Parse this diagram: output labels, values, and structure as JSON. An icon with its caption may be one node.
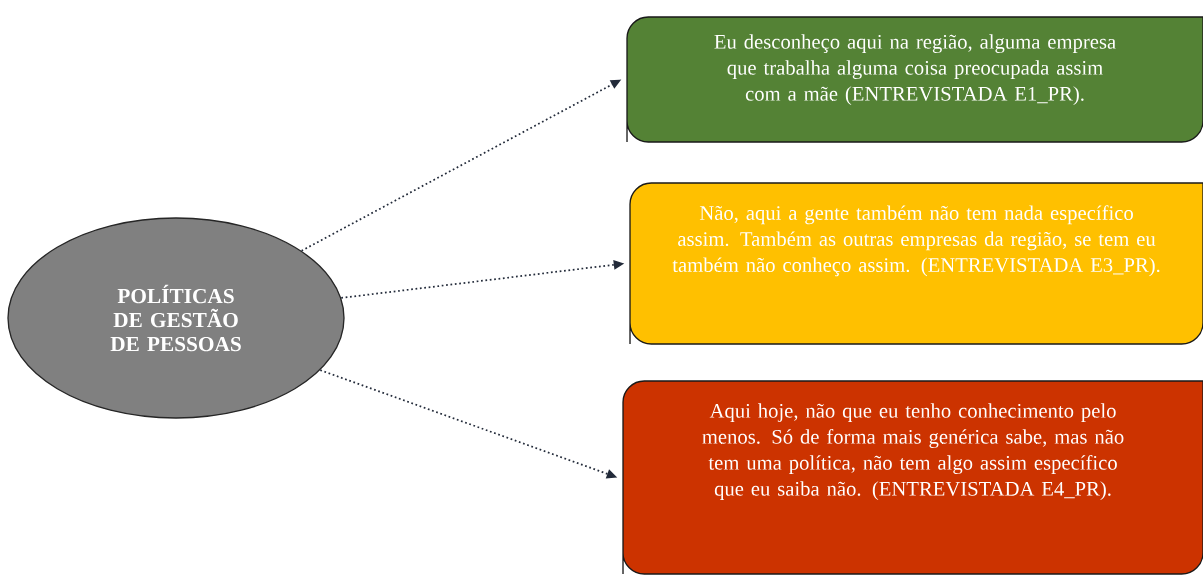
{
  "diagram": {
    "nodes": [
      {
        "text": [
          "POLÍTICAS DE GESTÃO DE PESSOAS"
        ]
      },
      {
        "text": [
          "Eu desconheço aqui na região, alguma empresa que trabalha alguma coisa preocupada assim com a mãe (ENTREVISTADA E1_PR)."
        ]
      },
      {
        "text": [
          "Não, aqui a gente também não tem nada específico assim. Também as outras empresas da região, se tem eu também não conheço assim. (ENTREVISTADA E3_PR)."
        ]
      },
      {
        "text": [
          "Aqui hoje, não que eu tenho conhecimento pelo menos. Só de forma mais genérica sabe, mas não tem uma política, não tem algo assim específico que eu saiba não. (ENTREVISTADA E4_PR)."
        ]
      }
    ],
    "edges": [
      {
        "from": 0,
        "to": 1,
        "arrow": "to"
      },
      {
        "from": 0,
        "to": 2,
        "arrow": "to"
      },
      {
        "from": 0,
        "to": 3,
        "arrow": "to"
      }
    ]
  }
}
